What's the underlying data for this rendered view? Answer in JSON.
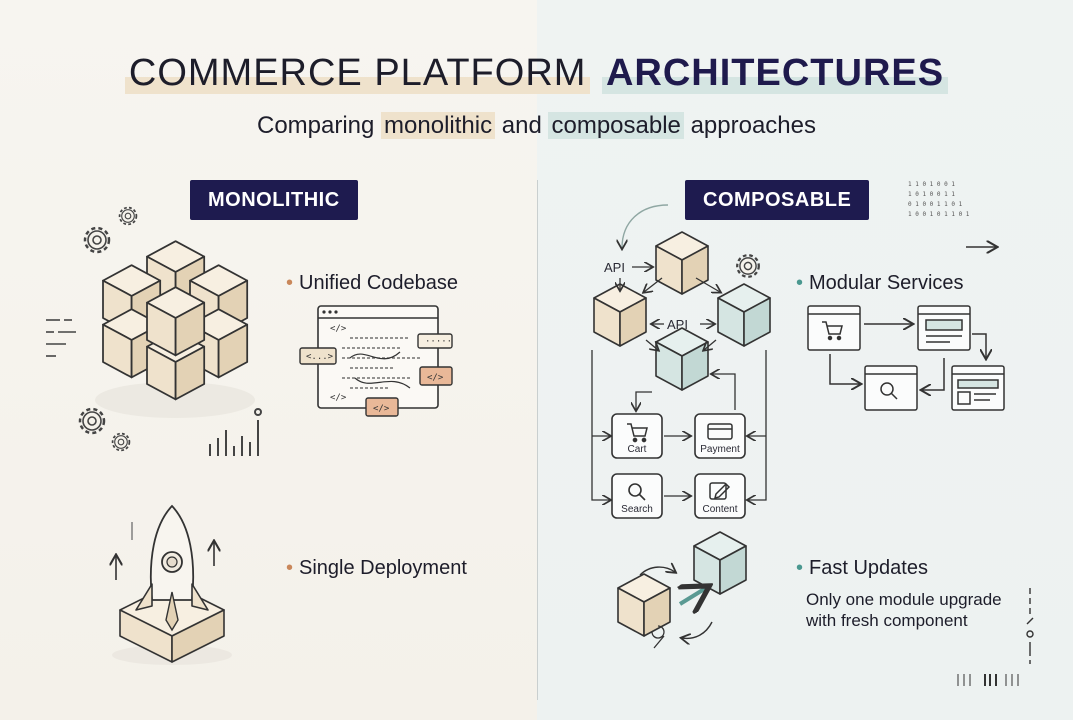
{
  "title": {
    "part1": "COMMERCE PLATFORM",
    "part2": "ARCHITECTURES"
  },
  "subtitle": {
    "pre": "Comparing",
    "w1": "monolithic",
    "mid": "and",
    "w2": "composable",
    "post": "approaches"
  },
  "monolithic": {
    "badge": "MONOLITHIC",
    "bullet1": "Unified Codebase",
    "bullet2": "Single Deployment",
    "code_tags": [
      "</>",
      "<...>",
      "</>",
      "</>",
      "</>"
    ]
  },
  "composable": {
    "badge": "COMPOSABLE",
    "bullet1": "Modular Services",
    "bullet2": "Fast Updates",
    "description": "Only one module upgrade with fresh component",
    "api_labels": [
      "API",
      "API"
    ],
    "modules": [
      {
        "label": "Cart",
        "icon": "cart-icon"
      },
      {
        "label": "Payment",
        "icon": "credit-card-icon"
      },
      {
        "label": "Search",
        "icon": "search-icon"
      },
      {
        "label": "Content",
        "icon": "edit-icon"
      }
    ],
    "bits": [
      "1 1 0 1 0   0 1",
      "1 0 1   0 0 1   1",
      "0 1   0 0 1   1 0 1",
      "1 0 0 1 0 1 1 0 1"
    ]
  },
  "colors": {
    "navy": "#1e1b4f",
    "warm_cube": "#efe2cc",
    "cool_cube": "#d5e5e2",
    "orange_tag": "#e9b898",
    "warm_dot": "#c9875a",
    "cool_dot": "#4a9890"
  }
}
